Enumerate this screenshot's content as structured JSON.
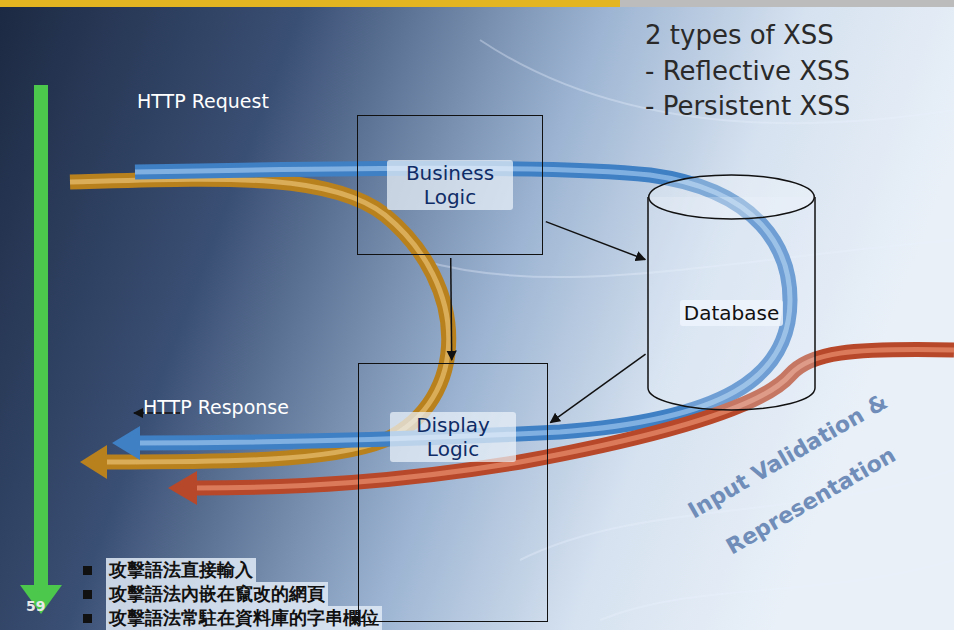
{
  "diagram": {
    "title": "2 types of XSS",
    "nodes": [
      {
        "text": [
          "Business Logic"
        ]
      },
      {
        "text": [
          "Database"
        ]
      },
      {
        "text": [
          "Display Logic"
        ]
      }
    ],
    "edges": [
      {
        "from": 0,
        "to": 1,
        "arrow": "to"
      },
      {
        "from": 0,
        "to": 2,
        "arrow": "to"
      },
      {
        "from": 1,
        "to": 2,
        "arrow": "to"
      }
    ],
    "labels": [
      "- Reflective XSS",
      "- Persistent XSS",
      "HTTP Request",
      "HTTP Response",
      "攻擊語法直接輸入",
      "攻擊語法內嵌在竄改的網頁",
      "攻擊語法常駐在資料庫的字串欄位",
      "59",
      "Input Validation &",
      "Representation"
    ]
  }
}
